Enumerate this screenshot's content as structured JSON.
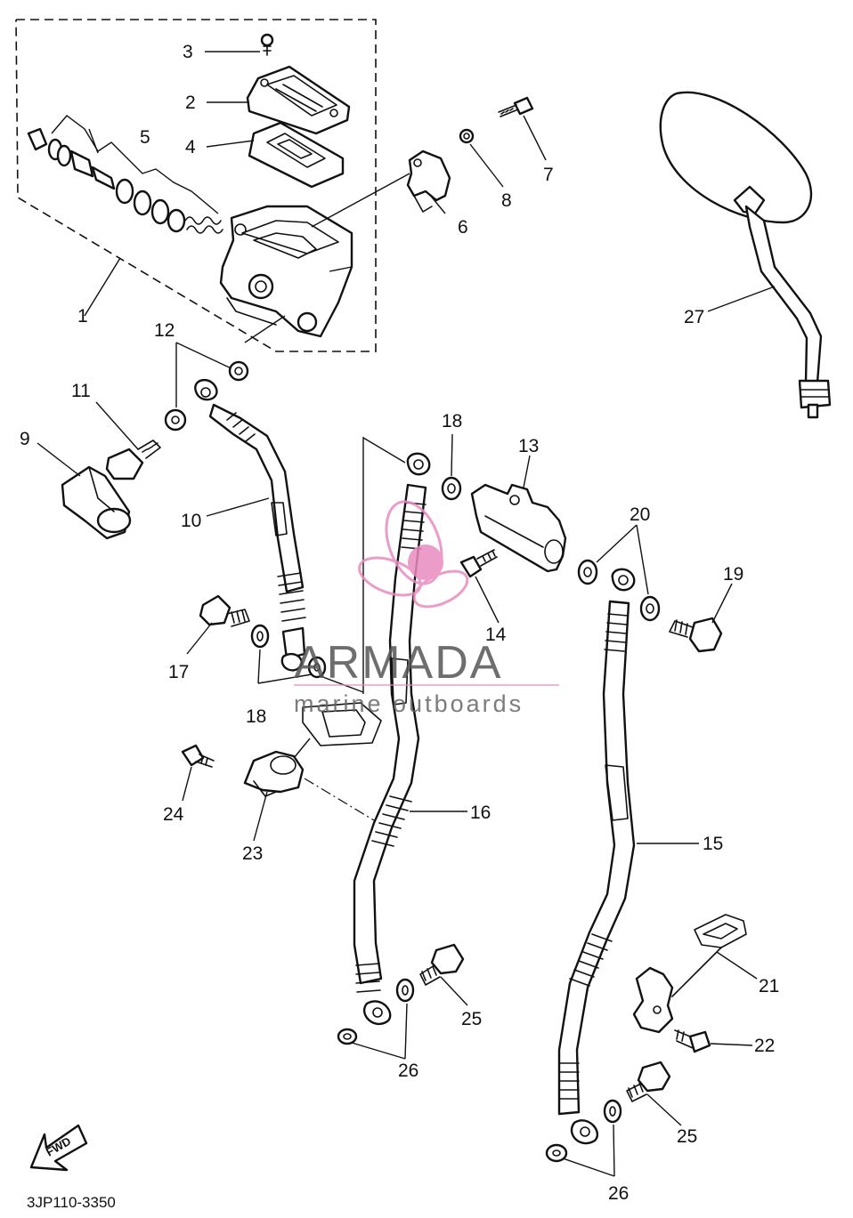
{
  "labels": {
    "p1": "1",
    "p2": "2",
    "p3": "3",
    "p4": "4",
    "p5": "5",
    "p6": "6",
    "p7": "7",
    "p8": "8",
    "p9": "9",
    "p10": "10",
    "p11": "11",
    "p12": "12",
    "p13": "13",
    "p14": "14",
    "p15": "15",
    "p16": "16",
    "p17": "17",
    "p18a": "18",
    "p18b": "18",
    "p19": "19",
    "p20": "20",
    "p21": "21",
    "p22": "22",
    "p23": "23",
    "p24": "24",
    "p25a": "25",
    "p25b": "25",
    "p26a": "26",
    "p26b": "26",
    "p27": "27"
  },
  "fwd_label": "FWD",
  "diagram_code": "3JP110-3350",
  "watermark": {
    "brand": "ARMADA",
    "tagline": "marine outboards",
    "color": "#e98bc0"
  }
}
